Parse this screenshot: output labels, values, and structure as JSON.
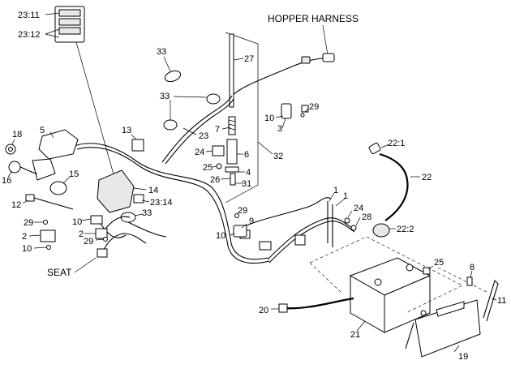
{
  "labels": {
    "hopper_harness": "HOPPER HARNESS",
    "seat": "SEAT",
    "ref_23_11": "23:11",
    "ref_23_12": "23:12",
    "ref_23_14": "23:14",
    "ref_22_1": "22:1",
    "ref_22_2": "22:2",
    "n1a": "1",
    "n1b": "1",
    "n2a": "2",
    "n2b": "2",
    "n3": "3",
    "n4": "4",
    "n5": "5",
    "n6": "6",
    "n7": "7",
    "n8": "8",
    "n9": "9",
    "n10a": "10",
    "n10b": "10",
    "n10c": "10",
    "n10d": "10",
    "n11": "11",
    "n12": "12",
    "n13": "13",
    "n14": "14",
    "n15": "15",
    "n16": "16",
    "n18": "18",
    "n19": "19",
    "n20": "20",
    "n21": "21",
    "n22": "22",
    "n23": "23",
    "n24a": "24",
    "n24b": "24",
    "n25a": "25",
    "n25b": "25",
    "n26": "26",
    "n27": "27",
    "n28": "28",
    "n29a": "29",
    "n29b": "29",
    "n29c": "29",
    "n29d": "29",
    "n31": "31",
    "n32": "32",
    "n33a": "33",
    "n33b": "33",
    "n33c": "33"
  }
}
